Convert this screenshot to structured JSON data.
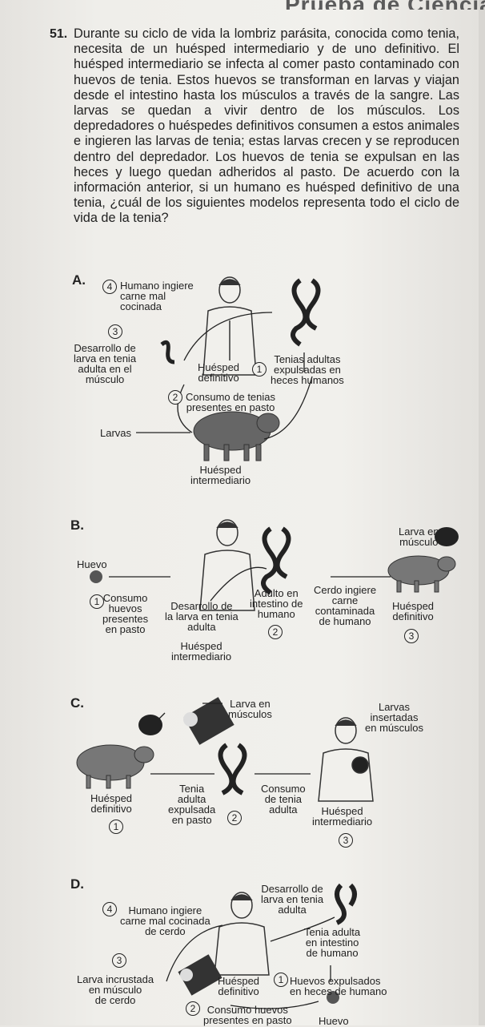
{
  "header": {
    "banner": "Prueba de Ciencias"
  },
  "question": {
    "number": "51.",
    "paragraph": "Durante su ciclo de vida la lombriz parásita, conocida como tenia, necesita de un huésped intermediario y de uno definitivo. El huésped intermediario se infecta al comer pasto contaminado con huevos de tenia. Estos huevos se transforman en larvas y viajan desde el intestino hasta los músculos a través de la sangre. Las larvas se quedan a vivir dentro de los músculos. Los depredadores o huéspedes definitivos consumen a estos animales e ingieren las larvas de tenia; estas larvas crecen y se reproducen dentro del depredador. Los huevos de tenia se expulsan en las heces y luego quedan adheridos al pasto. De acuerdo con la información anterior, si un humano es huésped definitivo de una tenia, ¿cuál de los siguientes modelos representa todo el ciclo de vida de la tenia?"
  },
  "options": {
    "A": {
      "letter": "A.",
      "n1": "1",
      "n2": "2",
      "n3": "3",
      "n4": "4",
      "step4": "Humano ingiere\ncarne mal\ncocinada",
      "step3": "Desarrollo de\nlarva en tenia\nadulta en el\nmúsculo",
      "host_def": "Huésped\ndefinitivo",
      "step1": "Tenias adultas\nexpulsadas en\nheces humanos",
      "step2": "Consumo de tenias\npresentes en pasto",
      "larvas": "Larvas",
      "host_int": "Huésped\nintermediario"
    },
    "B": {
      "letter": "B.",
      "n1": "1",
      "n2": "2",
      "n3": "3",
      "huevo": "Huevo",
      "step1": "Consumo\nhuevos\npresentes\nen pasto",
      "dev": "Desarrollo de\nla larva en tenia\nadulta",
      "host_int": "Huésped\nintermediario",
      "adult": "Adulto en\nintestino de\nhumano",
      "pig_eats": "Cerdo ingiere\ncarne\ncontaminada\nde humano",
      "larva_musc": "Larva en\nmúsculo",
      "host_def": "Huésped\ndefinitivo"
    },
    "C": {
      "letter": "C.",
      "n1": "1",
      "n2": "2",
      "n3": "3",
      "larva_musc": "Larva en\nmúsculos",
      "larvas_ins": "Larvas\ninsertadas\nen músculos",
      "host_def": "Huésped\ndefinitivo",
      "tenia": "Tenia\nadulta\nexpulsada\nen pasto",
      "consumo": "Consumo\nde tenia\nadulta",
      "host_int": "Huésped\nintermediario"
    },
    "D": {
      "letter": "D.",
      "n1": "1",
      "n2": "2",
      "n3": "3",
      "n4": "4",
      "dev": "Desarrollo de\nlarva en tenia\nadulta",
      "step4": "Humano ingiere\ncarne mal cocinada\nde cerdo",
      "tenia_int": "Tenia adulta\nen intestino\nde humano",
      "larva_inc": "Larva incrustada\nen músculo\nde cerdo",
      "host_def": "Huésped\ndefinitivo",
      "step1": "Huevos expulsados\nen heces de humano",
      "step2": "Consumo huevos\npresentes en pasto",
      "huevo": "Huevo"
    }
  }
}
